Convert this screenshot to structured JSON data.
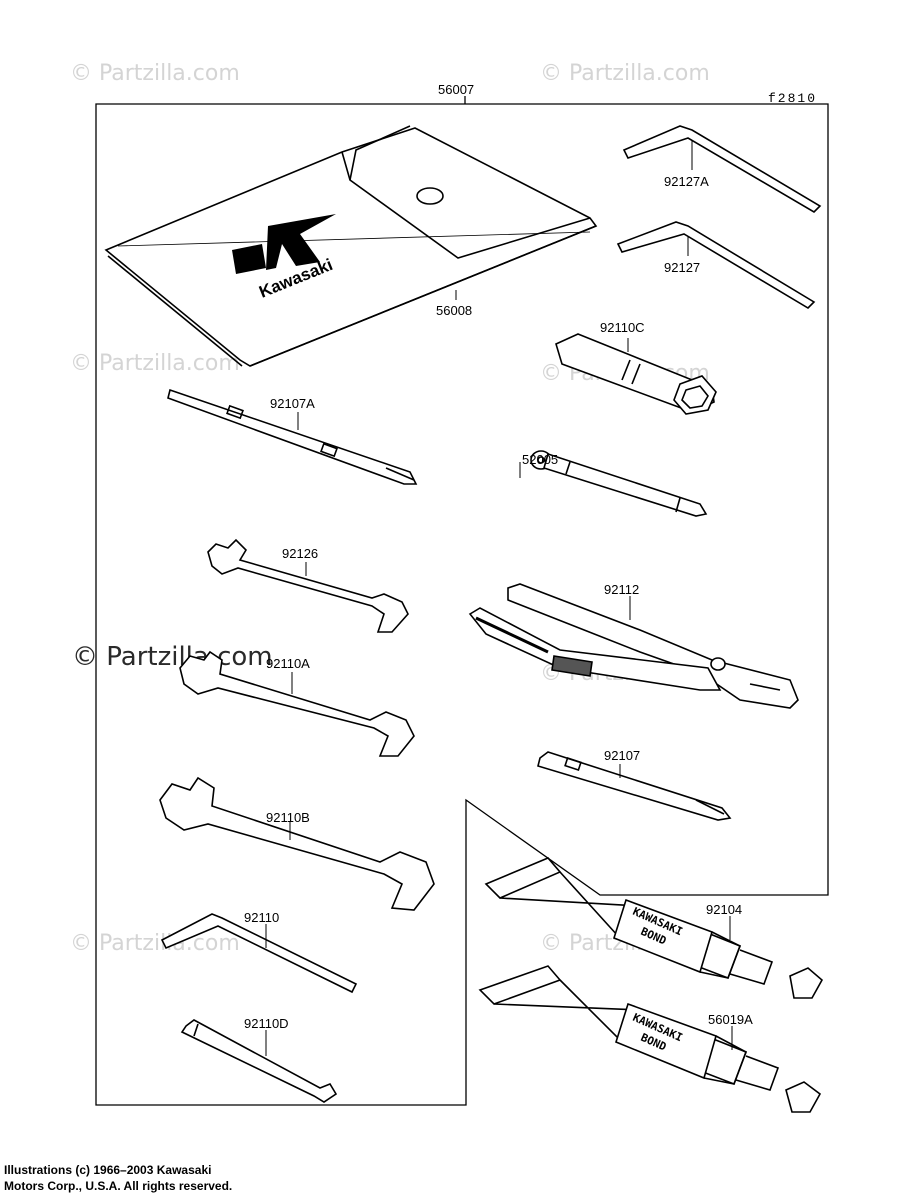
{
  "figure": {
    "code": "f2810",
    "kit_label": "56007"
  },
  "parts": {
    "p56008": "56008",
    "p92127A": "92127A",
    "p92127": "92127",
    "p92110C": "92110C",
    "p92107A": "92107A",
    "p52005": "52005",
    "p92126": "92126",
    "p92112": "92112",
    "p92110A": "92110A",
    "p92107": "92107",
    "p92110B": "92110B",
    "p92104": "92104",
    "p92110": "92110",
    "p56019A": "56019A",
    "p92110D": "92110D"
  },
  "branding": {
    "pouch_logo": "Kawasaki",
    "tube_text_line1": "KAWASAKI",
    "tube_text_line2": "BOND"
  },
  "watermark": {
    "text": "© Partzilla.com"
  },
  "footer": {
    "line1": "Illustrations (c) 1966–2003 Kawasaki",
    "line2": "Motors Corp., U.S.A.  All rights reserved."
  }
}
